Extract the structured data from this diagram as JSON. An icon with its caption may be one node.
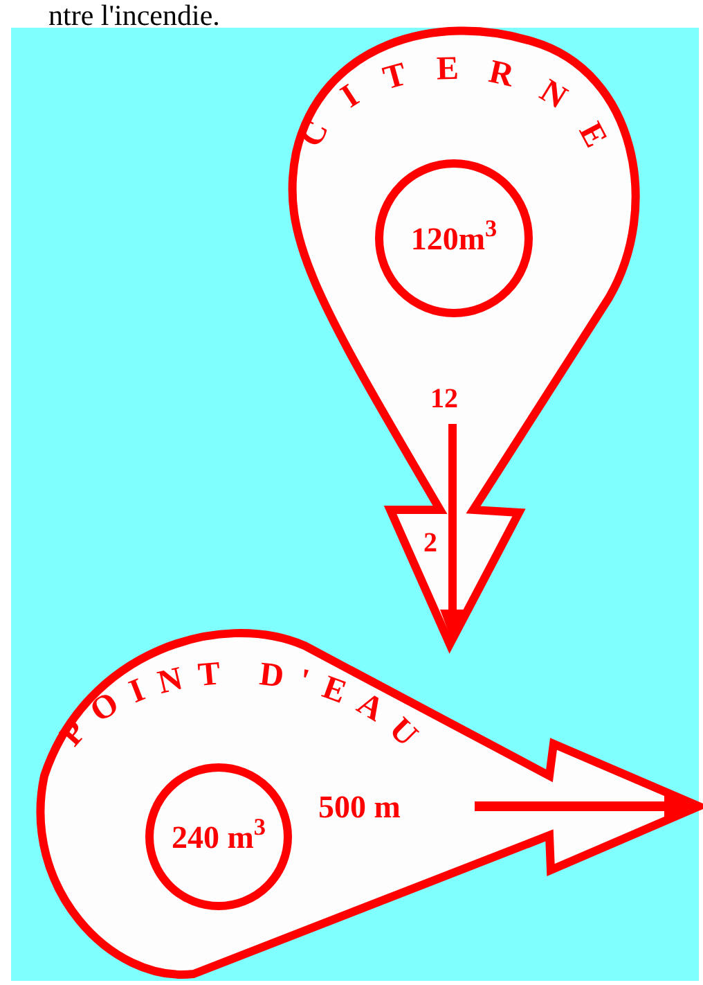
{
  "diagram": {
    "nodes": [
      {
        "text": [
          "CITERNE"
        ]
      },
      {
        "text": [
          "120m$^{3}$"
        ],
        "in": 0
      },
      {
        "text": [
          "POINT D'EAU"
        ]
      },
      {
        "text": [
          "240 m$^{3}$"
        ],
        "in": 2
      }
    ],
    "labels": [
      "ntre l'incendie.",
      "12",
      "2",
      "500 m"
    ]
  }
}
